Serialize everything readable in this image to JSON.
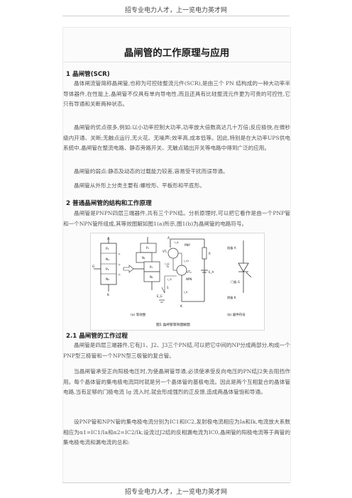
{
  "header": "招专业电力人才，上一览电力英才网",
  "footer": "招专业电力人才，上一览电力英才网",
  "title": "晶闸管的工作原理与应用",
  "s1": {
    "heading": "1 晶闸管(SCR)",
    "p1": "晶体闸流管简称晶闸管,也称为可控硅整流元件(SCR),是由三个 PN 结构成的一种大功率半导体器件,在性能上,晶闸管不仅具有单向导电性,而且还具有比硅整流元件更为可贵的可控性,它只有导通和关断两种状态。",
    "p2": "晶闸管的优点很多,例如:以小功率控制大功率,功率放大倍数高达几十万倍;反应极快,在微秒级内开通、关断;无触点运行,无火花、无噪声;效率高,成本低等。因此,特别是在大功率UPS供电系统中,晶闸管在整流电路、静态旁路开关、无触点输出开关等电路中得到广泛的应用。",
    "p3": "晶闸管的弱点:静态及动态的过载能力较差,容易受干扰而误导通。",
    "p4": "晶闸管从外形上分类主要有:螺栓形、平板形和平底形。"
  },
  "s2": {
    "heading": "2 普通晶闸管的结构和工作原理",
    "p1": "晶闸管是PNPN四层三端器件,共有三个PN结。分析原理时,可以把它看作是由一个PNP管和一个NPN管所组成,其等效图解如图1(a)所示,图1(b)为晶闸管的电路符号。"
  },
  "figure": {
    "caption": "图1  晶闸管等效图解图",
    "sub_a": "(a) 等效图",
    "sub_b": "(b) 器件符号",
    "terminal_a": "A",
    "terminal_k": "K",
    "terminal_g": "G",
    "layer_p1": "P₁",
    "layer_n1": "N₁",
    "layer_p2": "P₂",
    "layer_n2": "N₂",
    "junction_j1": "J₁",
    "junction_j2": "J₂",
    "junction_j3": "J₃",
    "pnp_label": "PNP",
    "npn_label": "NPN",
    "vt1": "VT₁",
    "vt2": "VT₂",
    "resistor_r": "R",
    "source_ea": "E_A",
    "source_eg": "E_G",
    "switch_s": "S",
    "current_ia": "I_A",
    "current_ig": "I_G",
    "current_ik": "I_K",
    "current_ic1": "I_c1",
    "current_ic2": "I_c2",
    "sym_anode": "阳极 A",
    "sym_gate": "门极 G",
    "sym_cathode": "阴极 K"
  },
  "s21": {
    "heading": "2.1 晶闸管的工作过程",
    "p1": "晶闸管是四层三端器件,它有J1、J2、J3三个PN结,可以把它中间的NP分成两部分,构成一个PNP型三极管和一个NPN型三极管的复合管。",
    "p2": "当晶闸管承受正向阳极电压时,为使晶闸管导通,必须使承受反向电压的PN结J2失去阻挡作用。每个晶体管的集电极电流同时就是另一个晶体管的基极电流。因此是两个互相复合的晶体管电路,当有足够的门极电流 Ig 流入时,就会形成强烈的正反馈,造成两晶体管饱和导通。",
    "p3": "设PNP管和NPN管的集电极电流分别为IC1和IC2,发射极电流相应为Ia和Ik,电流放大系数相应为α1=IC1/Ia和α2=IC2/Ik,设流过J2结的反相漏电流为IC0,晶闸管的阳极电流等于两管的集电极电流和漏电流的总和:"
  }
}
